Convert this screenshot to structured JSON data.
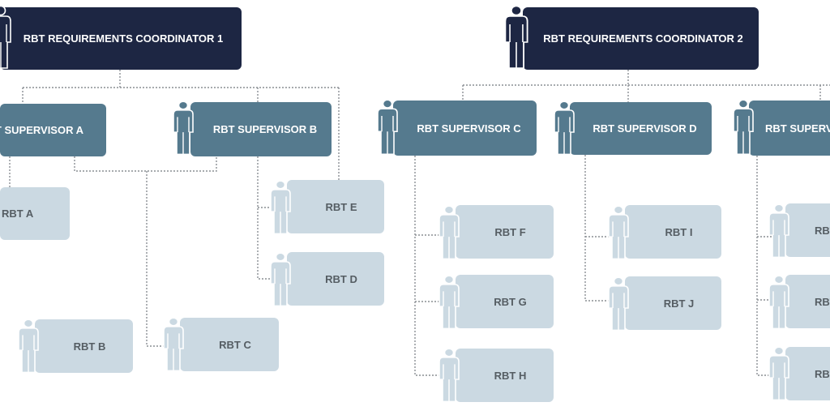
{
  "colors": {
    "coordinator_fill": "#1d2643",
    "supervisor_fill": "#557a8e",
    "rbt_fill": "#cbd9e2",
    "rbt_text": "#555d63",
    "connector": "#8a8f94"
  },
  "icon": "person-icon",
  "coordinators": [
    {
      "id": "c1",
      "label": "RBT REQUIREMENTS COORDINATOR 1"
    },
    {
      "id": "c2",
      "label": "RBT REQUIREMENTS COORDINATOR 2"
    }
  ],
  "supervisors": [
    {
      "id": "sa",
      "label": "RBT SUPERVISOR A",
      "reports_to": "c1"
    },
    {
      "id": "sb",
      "label": "RBT SUPERVISOR B",
      "reports_to": "c1"
    },
    {
      "id": "sc",
      "label": "RBT SUPERVISOR C",
      "reports_to": "c2"
    },
    {
      "id": "sd",
      "label": "RBT SUPERVISOR D",
      "reports_to": "c2"
    },
    {
      "id": "se",
      "label": "RBT SUPERVISOR E",
      "reports_to": "c2"
    }
  ],
  "rbts": [
    {
      "id": "ra",
      "label": "RBT A",
      "reports_to": "sa"
    },
    {
      "id": "rb",
      "label": "RBT B",
      "reports_to": "sb"
    },
    {
      "id": "rc",
      "label": "RBT C",
      "reports_to": "sb"
    },
    {
      "id": "re",
      "label": "RBT E",
      "reports_to": "sb"
    },
    {
      "id": "rd",
      "label": "RBT D",
      "reports_to": "sb"
    },
    {
      "id": "rf",
      "label": "RBT F",
      "reports_to": "sc"
    },
    {
      "id": "rg",
      "label": "RBT G",
      "reports_to": "sc"
    },
    {
      "id": "rh",
      "label": "RBT H",
      "reports_to": "sc"
    },
    {
      "id": "ri",
      "label": "RBT I",
      "reports_to": "sd"
    },
    {
      "id": "rj",
      "label": "RBT J",
      "reports_to": "sd"
    },
    {
      "id": "rk",
      "label": "RBT K",
      "reports_to": "se"
    },
    {
      "id": "rl",
      "label": "RBT L",
      "reports_to": "se"
    },
    {
      "id": "rm",
      "label": "RBT M",
      "reports_to": "se"
    }
  ]
}
